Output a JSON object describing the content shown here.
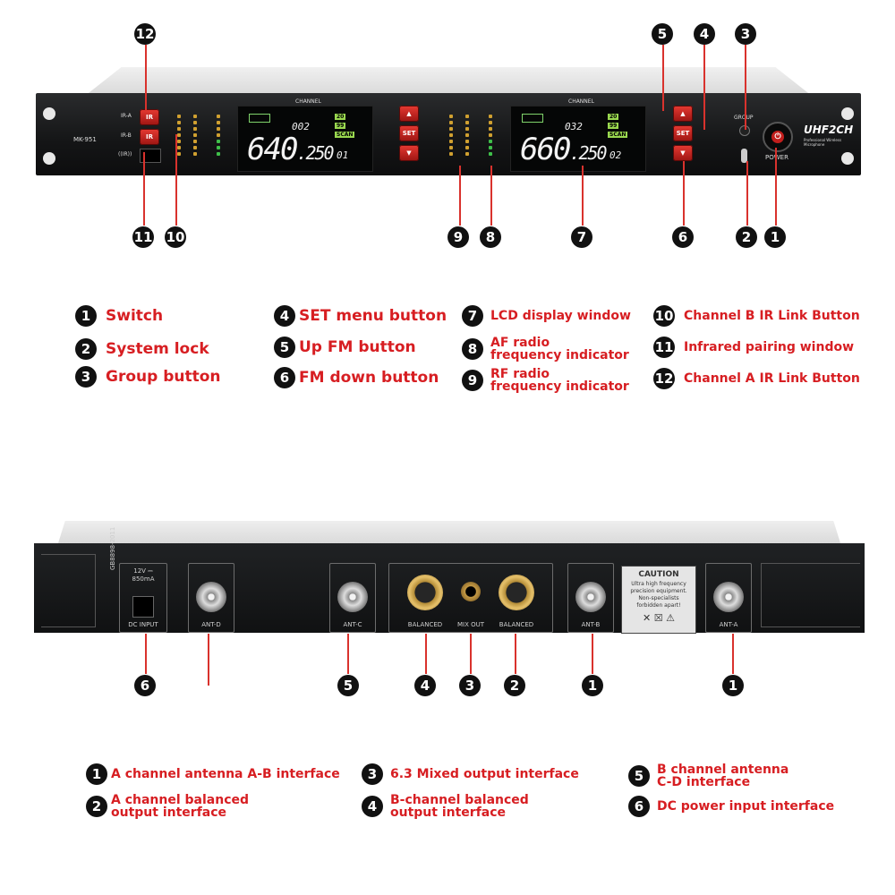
{
  "front_panel": {
    "model": "MK-951",
    "channel_label": "CHANNEL",
    "ir_a": "IR-A",
    "ir_b": "IR-B",
    "ir_sensor": "((IR))",
    "ir_button": "IR",
    "set": "SET",
    "group": "GROUP",
    "power": "POWER",
    "brand": "UHF2CH",
    "brand_sub": "Professional Wireless Microphone",
    "lcd_a": {
      "freq_main": "640",
      "freq_dec": ".250",
      "ch": "002",
      "vol": "20",
      "sq": "99",
      "scan": "SCAN",
      "grp": "01"
    },
    "lcd_b": {
      "freq_main": "660",
      "freq_dec": ".250",
      "ch": "032",
      "vol": "20",
      "sq": "99",
      "scan": "SCAN",
      "grp": "02"
    }
  },
  "front_callouts": [
    "12",
    "5",
    "4",
    "3",
    "11",
    "10",
    "9",
    "8",
    "7",
    "6",
    "2",
    "1"
  ],
  "front_legend": [
    {
      "num": "1",
      "text": "Switch"
    },
    {
      "num": "2",
      "text": "System lock"
    },
    {
      "num": "3",
      "text": "Group button"
    },
    {
      "num": "4",
      "text": "SET menu button"
    },
    {
      "num": "5",
      "text": "Up FM button"
    },
    {
      "num": "6",
      "text": "FM down button"
    },
    {
      "num": "7",
      "text": "LCD display window"
    },
    {
      "num": "8",
      "text": "AF radio\nfrequency indicator"
    },
    {
      "num": "9",
      "text": "RF radio\nfrequency indicator"
    },
    {
      "num": "10",
      "text": "Channel B IR Link Button"
    },
    {
      "num": "11",
      "text": "Infrared pairing window"
    },
    {
      "num": "12",
      "text": "Channel A IR Link Button"
    }
  ],
  "back_panel": {
    "cert": "GB8898-2011",
    "power_spec": "12V ⎓\n850mA",
    "dc_input": "DC INPUT",
    "ant_d": "ANT-D",
    "ant_c": "ANT-C",
    "ant_b": "ANT-B",
    "ant_a": "ANT-A",
    "balanced": "BALANCED",
    "mix_out": "MIX OUT",
    "caution_title": "CAUTION",
    "caution_text": "Ultra high frequency\nprecision equipment.\nNon-specialists\nforbidden apart!"
  },
  "back_callouts": [
    "6",
    "5",
    "4",
    "3",
    "2",
    "1",
    "1"
  ],
  "back_legend": [
    {
      "num": "1",
      "text": "A channel antenna A-B interface"
    },
    {
      "num": "2",
      "text": "A channel balanced\noutput interface"
    },
    {
      "num": "3",
      "text": "6.3 Mixed output interface"
    },
    {
      "num": "4",
      "text": "B-channel balanced\noutput interface"
    },
    {
      "num": "5",
      "text": "B channel antenna\nC-D interface"
    },
    {
      "num": "6",
      "text": "DC power input interface"
    }
  ]
}
